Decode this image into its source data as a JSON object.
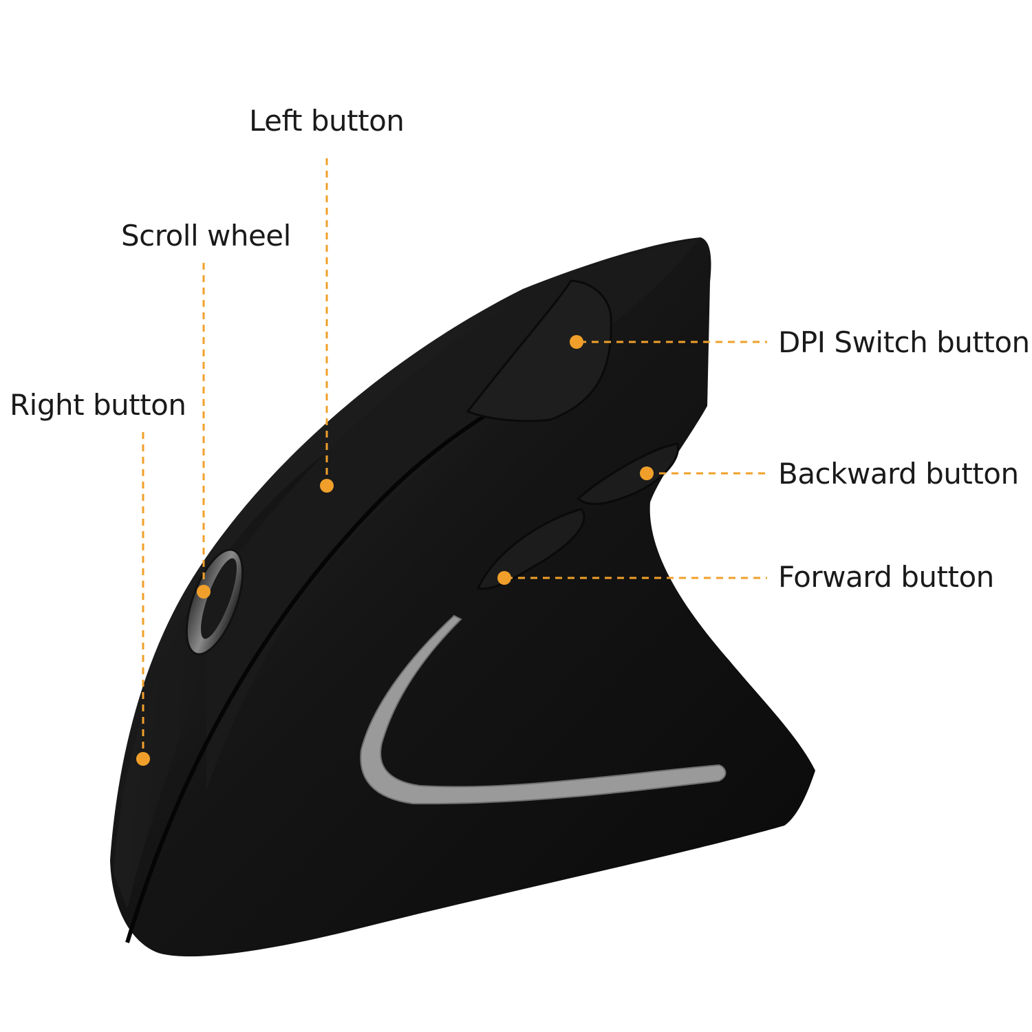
{
  "colors": {
    "accent": "#f0a02a",
    "mouse_body": "#141414",
    "light_strip": "#9a9a9a",
    "background": "#ffffff",
    "label_text": "#1a1a1a"
  },
  "callouts": {
    "left_button": "Left button",
    "scroll_wheel": "Scroll wheel",
    "right_button": "Right button",
    "dpi_switch": "DPI Switch button",
    "backward": "Backward button",
    "forward": "Forward button"
  }
}
